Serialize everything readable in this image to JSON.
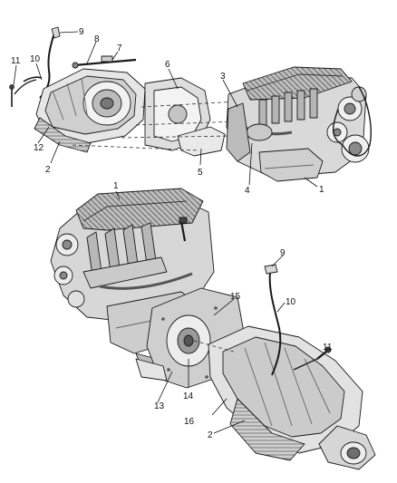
{
  "diagram": {
    "top_assembly": {
      "callouts": [
        "9",
        "8",
        "7",
        "11",
        "10",
        "6",
        "3",
        "12",
        "2",
        "5",
        "4",
        "1"
      ]
    },
    "bottom_assembly": {
      "callouts": [
        "1",
        "9",
        "15",
        "10",
        "11",
        "13",
        "14",
        "16",
        "2"
      ]
    }
  },
  "colors": {
    "line": "#1a1a1a",
    "fill_light": "#e8e8e8",
    "fill_mid": "#b8b8b8",
    "fill_dark": "#6a6a6a",
    "background": "#ffffff"
  }
}
